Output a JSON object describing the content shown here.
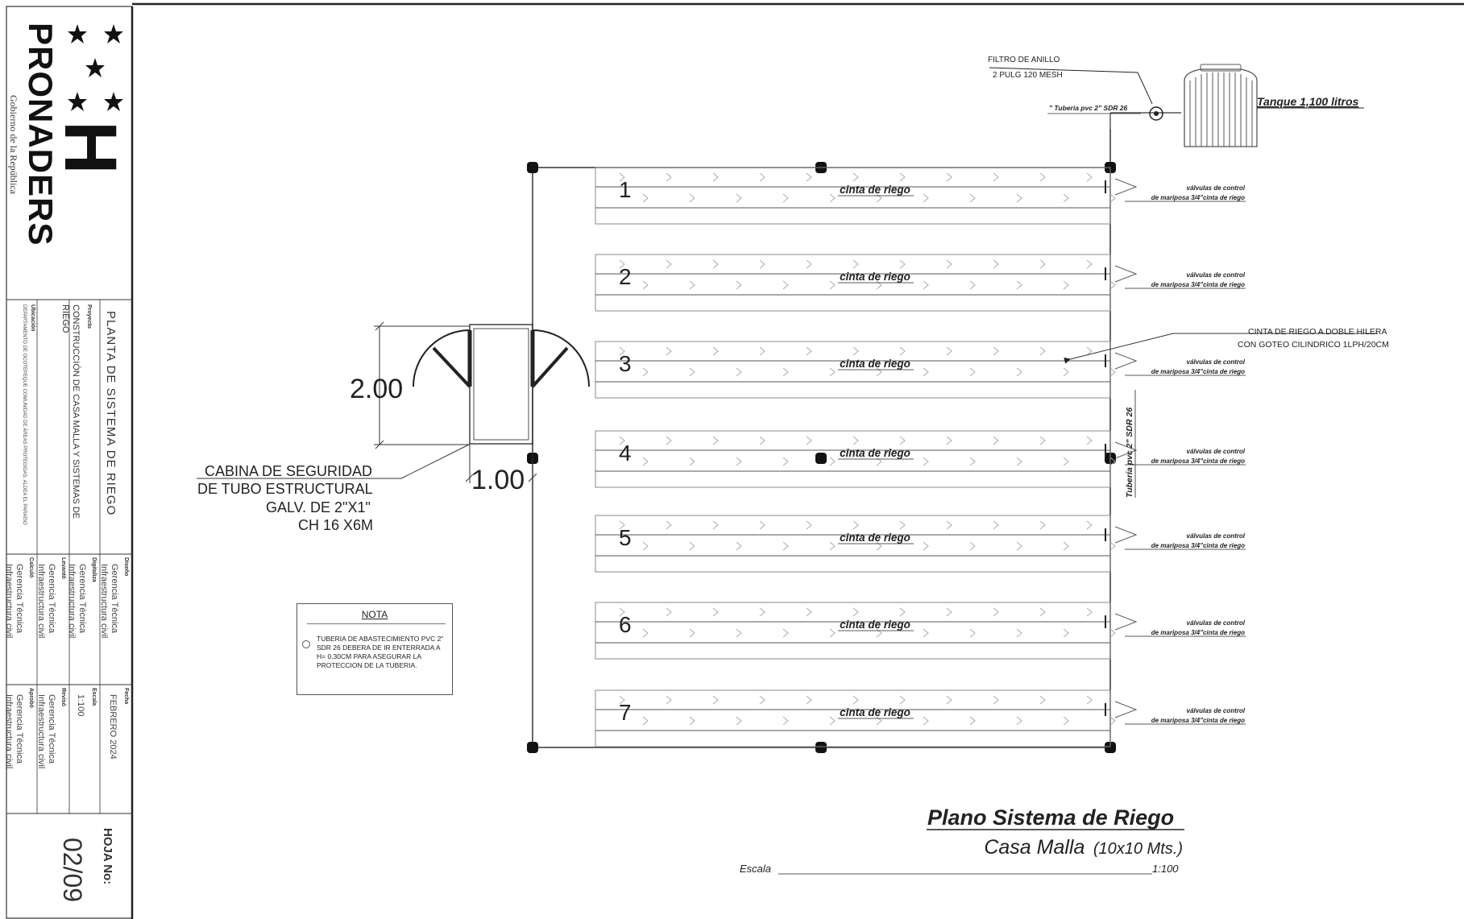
{
  "title_block": {
    "logo_text": "PRONADERS",
    "logo_letter": "H",
    "org_subtitle": "Gobierno de la República",
    "sheet_title": "PLANTA DE SISTEMA DE RIEGO",
    "project_label": "Proyecto",
    "project_value": "CONSTRUCCIÓN DE CASA MALLA Y SISTEMAS DE RIEGO",
    "location_label": "Ubicación",
    "location_value": "DEPARTAMENTO DE OCOTEPEQUE COMUNIDAD DE ÁREAS PROTEGIDAS, ALDEA EL PARAÍSO",
    "design_label": "Diseño",
    "design_value": "Gerencia Técnica Infraestructura civil",
    "date_label": "Fecha",
    "date_value": "FEBRERO 2024",
    "digitize_label": "Digitaliza",
    "digitize_value": "Gerencia Técnica Infraestructura civil",
    "scale_label": "Escala",
    "scale_value": "1:100",
    "survey_label": "Levantó",
    "survey_value": "Gerencia Técnica Infraestructura civil",
    "review_label": "Revisó",
    "review_value": "Gerencia Técnica Infraestructura civil",
    "calc_label": "Calculó",
    "calc_value": "Gerencia Técnica Infraestructura civil",
    "approve_label": "Aprobó",
    "approve_value": "Gerencia Técnica Infraestructura civil",
    "sheet_no_label": "HOJA No:",
    "sheet_no_value": "02/09"
  },
  "drawing": {
    "filter_line1": "FILTRO DE ANILLO",
    "filter_line2": "2 PULG 120 MESH",
    "pipe_top_label": "\" Tubería pvc 2\" SDR 26",
    "tank_label": "Tanque 1,100 litros",
    "bed_numbers": [
      "1",
      "2",
      "3",
      "4",
      "5",
      "6",
      "7"
    ],
    "tape_label": "cinta de riego",
    "valve_line1": "válvulas de control",
    "valve_line2": "de mariposa 3/4\"cinta de riego",
    "drip_note_line1": "CINTA DE RIEGO A DOBLE HILERA",
    "drip_note_line2": "CON GOTEO CILINDRICO 1LPH/20CM",
    "vertical_pipe_label": "Tubería pvc 2\" SDR 26",
    "dim_height": "2.00",
    "dim_width": "1.00",
    "cabin_line1": "CABINA DE SEGURIDAD",
    "cabin_line2": "DE TUBO ESTRUCTURAL",
    "cabin_line3": "GALV. DE 2\"X1\"",
    "cabin_line4": "CH 16 X6M",
    "plan_title": "Plano Sistema de Riego",
    "plan_subtitle_main": "Casa Malla",
    "plan_subtitle_dims": "(10x10 Mts.)",
    "scale_label": "Escala",
    "scale_value": "1:100"
  },
  "note": {
    "title": "NOTA",
    "text": "TUBERIA DE ABASTECIMIENTO PVC 2\" SDR 26 DEBERA DE IR ENTERRADA A H= 0.30CM PARA ASEGURAR LA PROTECCION DE LA TUBERIA."
  },
  "colors": {
    "ink": "#222222",
    "light_ink": "#9a9a9a",
    "paper": "#ffffff"
  }
}
